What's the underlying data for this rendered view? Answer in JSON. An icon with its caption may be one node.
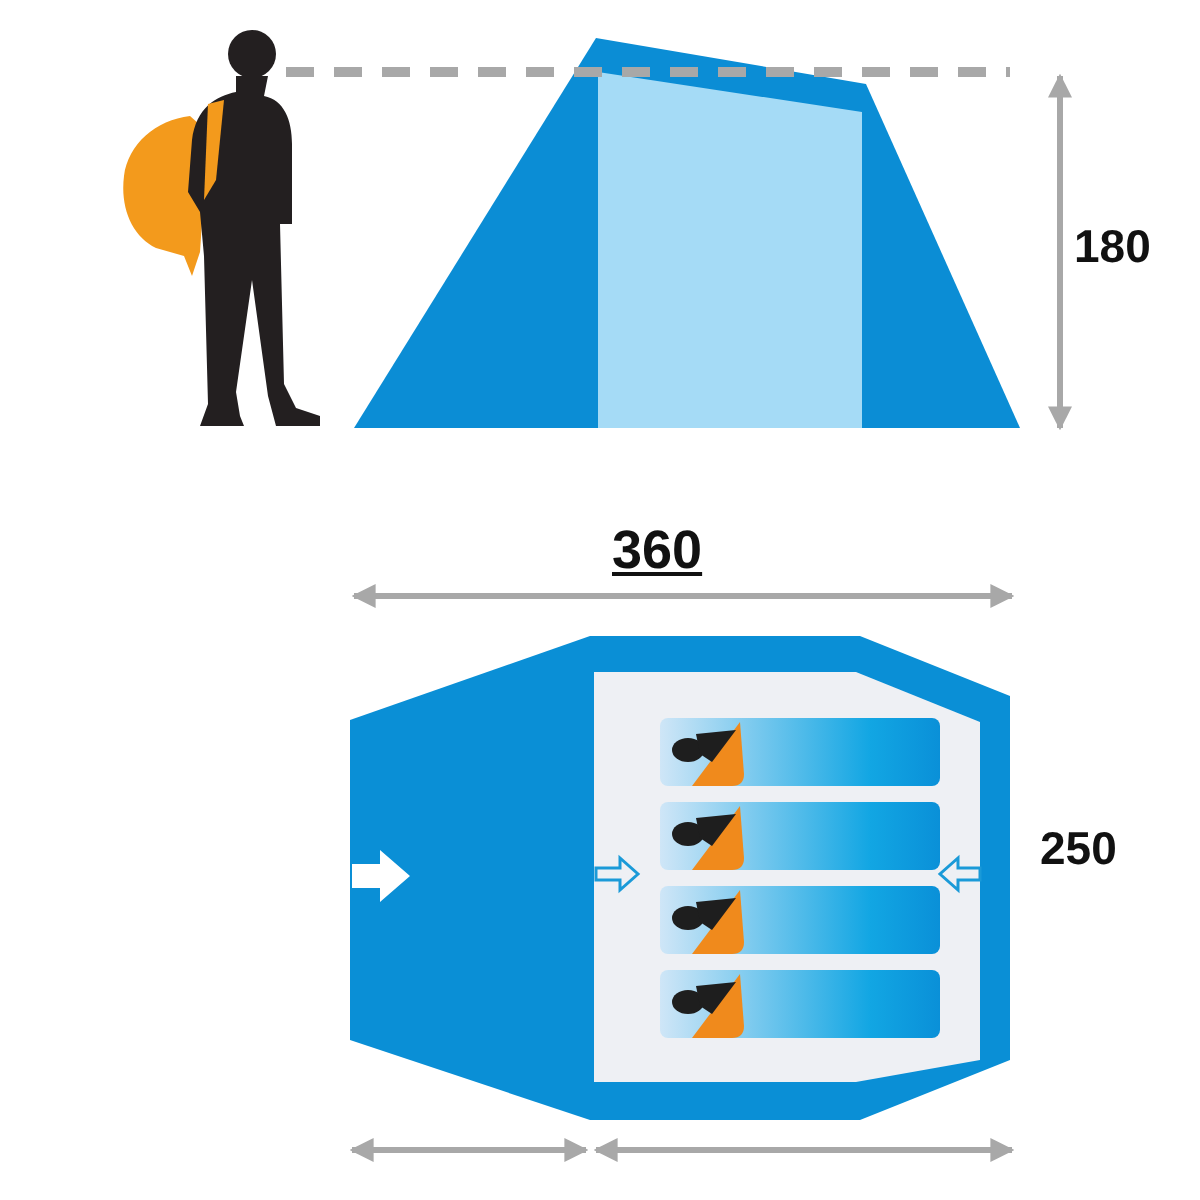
{
  "diagram": {
    "labels": [
      "180",
      "360",
      "250"
    ]
  }
}
